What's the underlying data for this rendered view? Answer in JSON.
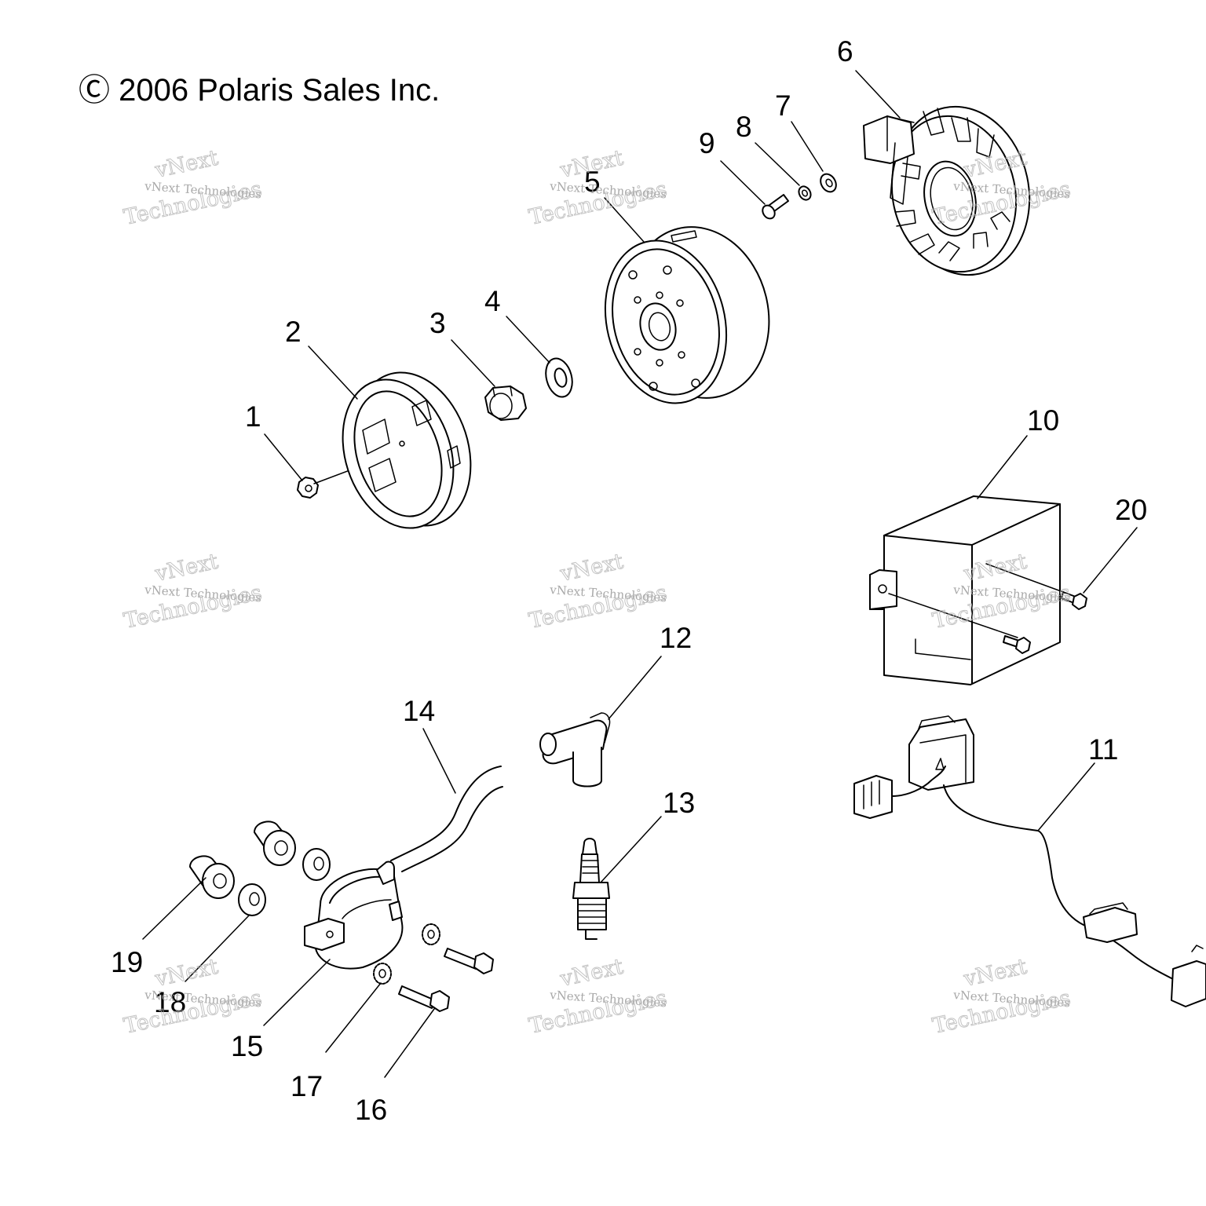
{
  "copyright": "Ⓒ 2006 Polaris Sales Inc.",
  "watermark": {
    "small_line_1": "vNext",
    "small_line_2": "vNext Technologies",
    "large_line": "Technologies"
  },
  "callouts": {
    "c1": "1",
    "c2": "2",
    "c3": "3",
    "c4": "4",
    "c5": "5",
    "c6": "6",
    "c7": "7",
    "c8": "8",
    "c9": "9",
    "c10": "10",
    "c11": "11",
    "c12": "12",
    "c13": "13",
    "c14": "14",
    "c15": "15",
    "c16": "16",
    "c17": "17",
    "c18": "18",
    "c19": "19",
    "c20": "20"
  }
}
